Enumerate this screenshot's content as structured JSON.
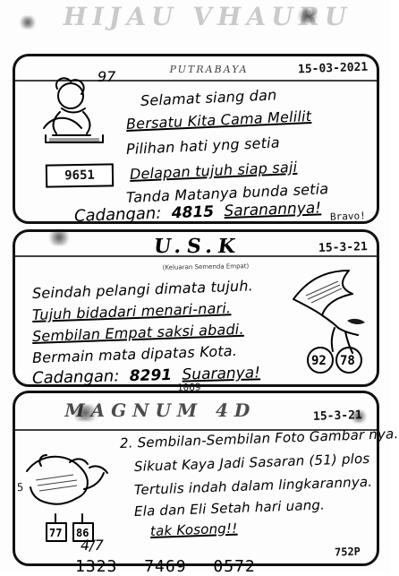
{
  "header": {
    "top_text": "HIJAU VHAURU"
  },
  "panel1": {
    "title": "PUTRABAYA",
    "date": "15-03-2021",
    "badge_number": "97",
    "code_box": "9651",
    "lines": [
      "Selamat siang dan",
      "Bersatu Kita Cama Melilit",
      "Pilihan hati yng setia",
      "Delapan tujuh siap saji",
      "Tanda Matanya bunda setia",
      "Cadangan: 4815 Saranannya!"
    ],
    "cadangan": {
      "label": "Cadangan:",
      "number": "4815",
      "tail": "Saranannya!"
    },
    "marks": {
      "mark_right": "Bravo!"
    }
  },
  "panel2": {
    "title": "U.S.K",
    "subtitle": "(Keluaran Semenda Empat)",
    "date": "15-3-21",
    "lines": [
      "Seindah pelangi dimata tujuh.",
      "Tujuh bidadari menari-nari.",
      "Sembilan Empat saksi abadi.",
      "Bermain mata dipatas Kota.",
      "Cadangan: 8291 Suaranya!"
    ],
    "cadangan": {
      "label": "Cadangan:",
      "number": "8291",
      "tail": "Suaranya!"
    },
    "bottom_mark": "1069",
    "balls": [
      "92",
      "78"
    ]
  },
  "panel3": {
    "banner": "MAGNUM 4D",
    "date": "15-3-21",
    "lines": [
      "2. Sembilan-Sembilan Foto Gambar nya.",
      "Sikuat Kaya Jadi Sasaran (51) plos",
      "Tertulis indah dalam lingkarannya.",
      "Ela dan Eli Setah hari uang.",
      "tak Kosong!!"
    ],
    "boxes": [
      "77",
      "86"
    ],
    "corner_mark": "4/7",
    "side_mark": "5",
    "tail_mark": "752P"
  },
  "footer": {
    "numbers": [
      "1323",
      "7469",
      "0572"
    ]
  }
}
